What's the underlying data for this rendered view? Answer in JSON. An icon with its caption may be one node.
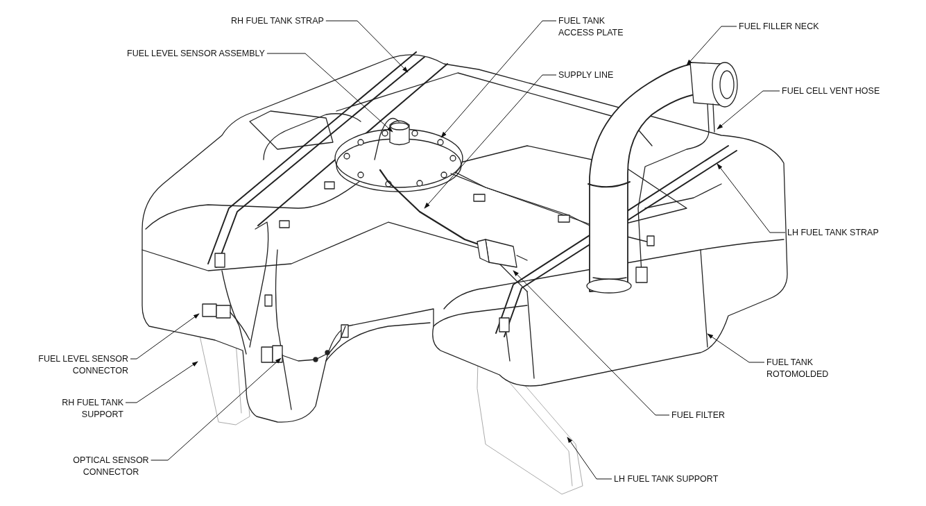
{
  "diagram": {
    "nodes": [
      {
        "text": [
          "RH FUEL TANK STRAP"
        ]
      },
      {
        "text": [
          "FUEL TANK ACCESS PLATE"
        ]
      },
      {
        "text": [
          "FUEL FILLER NECK"
        ]
      },
      {
        "text": [
          "FUEL LEVEL SENSOR ASSEMBLY"
        ]
      },
      {
        "text": [
          "SUPPLY LINE"
        ]
      },
      {
        "text": [
          "FUEL CELL VENT HOSE"
        ]
      },
      {
        "text": [
          "LH FUEL TANK STRAP"
        ]
      },
      {
        "text": [
          "FUEL LEVEL SENSOR CONNECTOR"
        ]
      },
      {
        "text": [
          "FUEL TANK ROTOMOLDED"
        ]
      },
      {
        "text": [
          "RH FUEL TANK SUPPORT"
        ]
      },
      {
        "text": [
          "FUEL FILTER"
        ]
      },
      {
        "text": [
          "OPTICAL SENSOR CONNECTOR"
        ]
      },
      {
        "text": [
          "LH FUEL TANK SUPPORT"
        ]
      }
    ],
    "edges": [
      {
        "from": 0,
        "to": null,
        "arrow": "to"
      },
      {
        "from": 1,
        "to": null,
        "arrow": "to"
      },
      {
        "from": 2,
        "to": null,
        "arrow": "to"
      },
      {
        "from": 3,
        "to": null,
        "arrow": "to"
      },
      {
        "from": 4,
        "to": null,
        "arrow": "to"
      },
      {
        "from": 5,
        "to": null,
        "arrow": "to"
      },
      {
        "from": 6,
        "to": null,
        "arrow": "to"
      },
      {
        "from": 7,
        "to": null,
        "arrow": "to"
      },
      {
        "from": 8,
        "to": null,
        "arrow": "to"
      },
      {
        "from": 9,
        "to": null,
        "arrow": "to"
      },
      {
        "from": 10,
        "to": null,
        "arrow": "to"
      },
      {
        "from": 11,
        "to": null,
        "arrow": "to"
      },
      {
        "from": 12,
        "to": null,
        "arrow": "to"
      }
    ]
  }
}
